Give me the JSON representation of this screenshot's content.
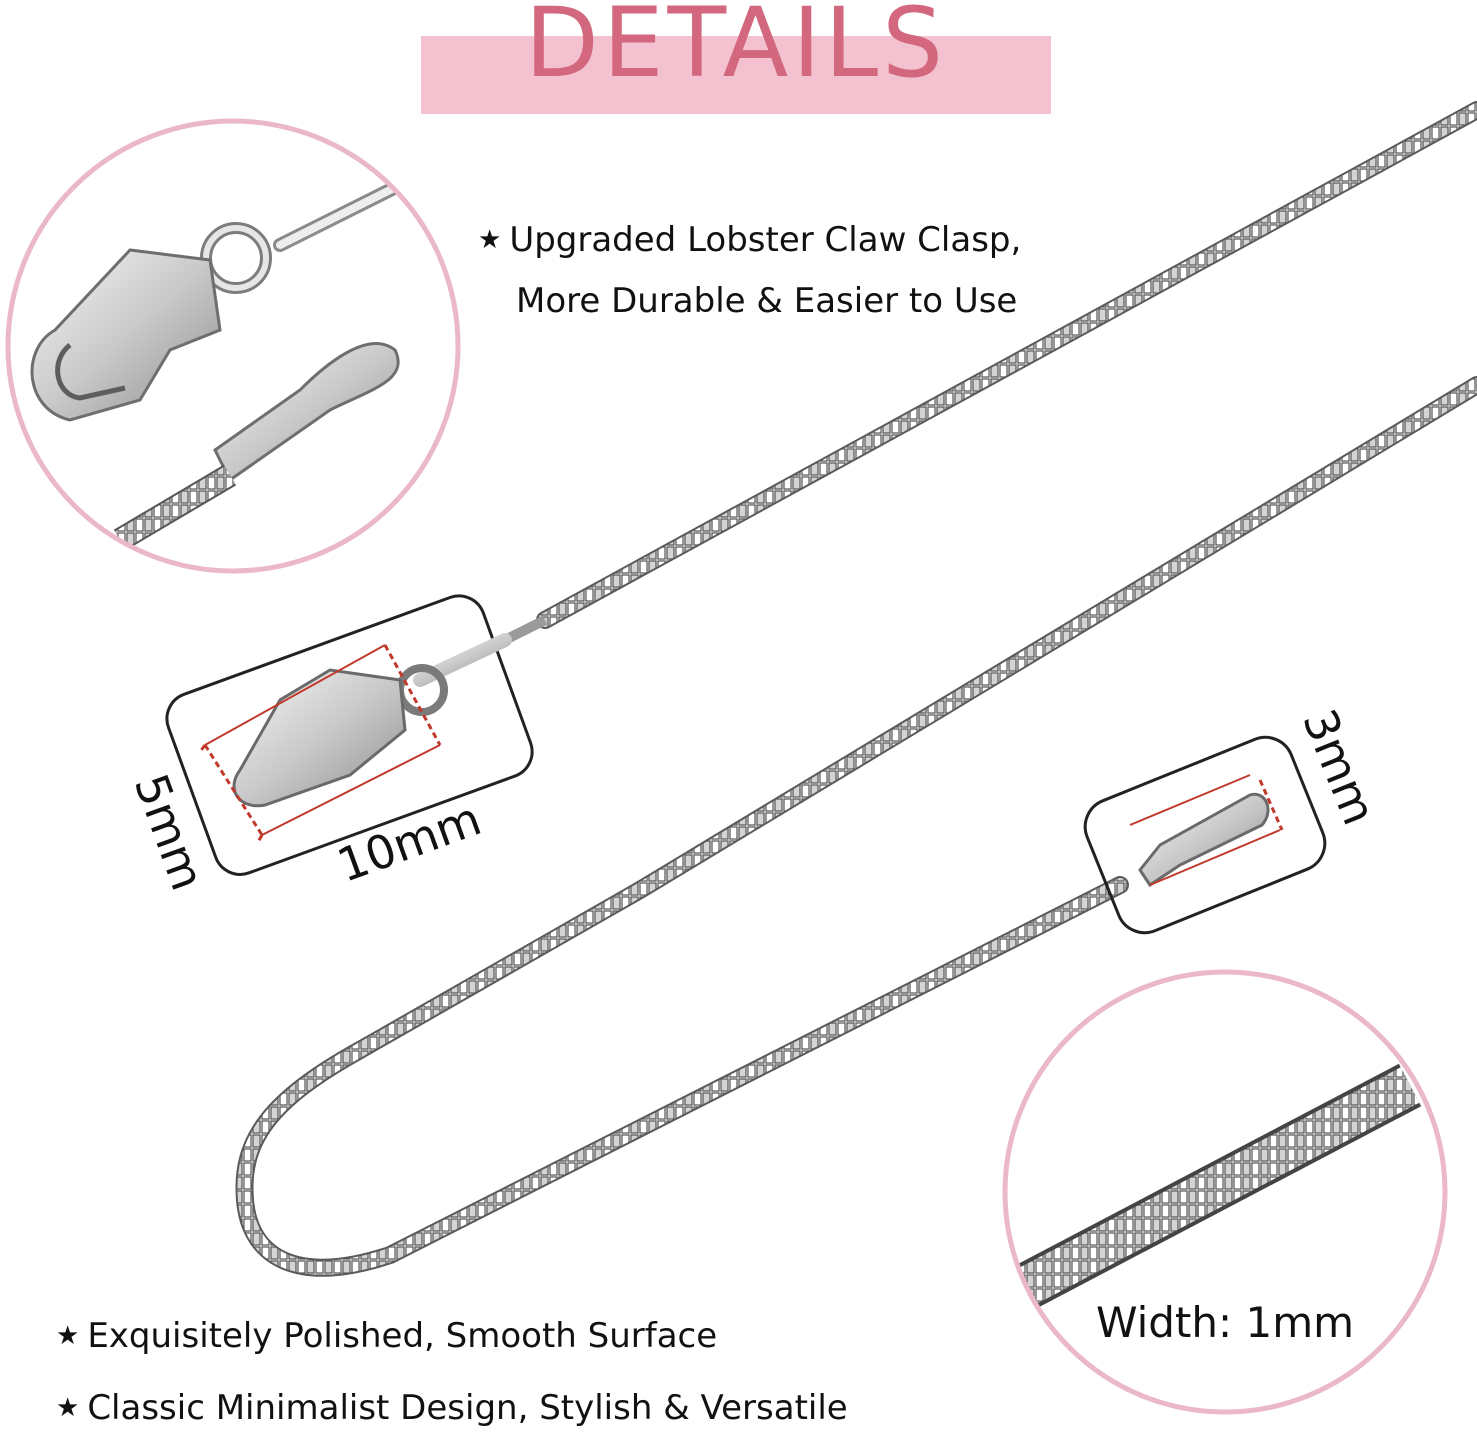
{
  "header": {
    "title": "DETAILS"
  },
  "features": {
    "clasp_line1": "Upgraded Lobster Claw Clasp,",
    "clasp_line2": "More Durable & Easier to Use",
    "polished": "Exquisitely Polished, Smooth Surface",
    "design": "Classic Minimalist Design, Stylish & Versatile",
    "star": "★"
  },
  "dimensions": {
    "clasp_height": "5mm",
    "clasp_length": "10mm",
    "tag_length": "3mm",
    "chain_width": "Width: 1mm"
  },
  "colors": {
    "accent": "#d2677e",
    "banner": "#f3c1cf",
    "circle_border": "#eab8c6",
    "measure_line": "#c0392b",
    "metal": "#c8c8c8",
    "metal_dark": "#5a5a5a"
  }
}
